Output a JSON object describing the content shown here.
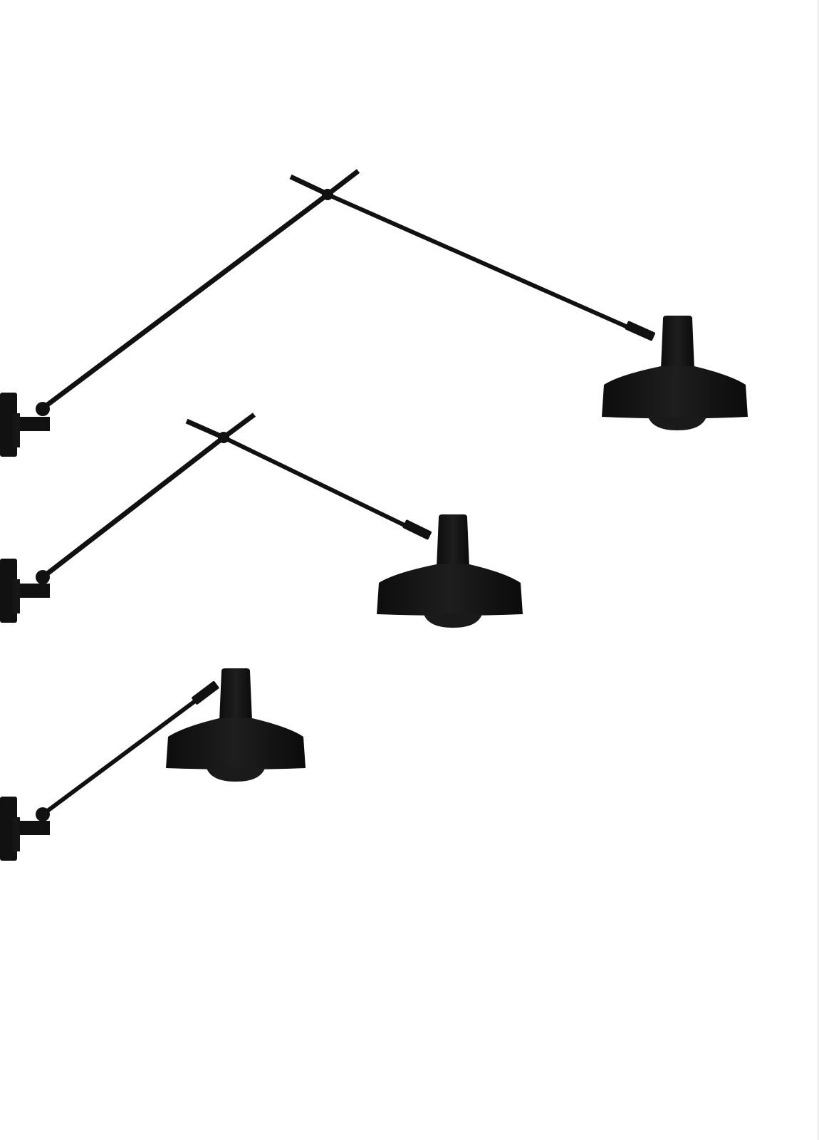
{
  "scene": {
    "background_color": "#ffffff",
    "lamp_color": "#111111",
    "lamp_shadow_color": "#1c1c1c",
    "edge_color": "#ececec",
    "lamps": [
      {
        "variant": "long-arm",
        "icon": "wall-lamp-icon"
      },
      {
        "variant": "medium-arm",
        "icon": "wall-lamp-icon"
      },
      {
        "variant": "short-arm",
        "icon": "wall-lamp-icon"
      }
    ]
  }
}
